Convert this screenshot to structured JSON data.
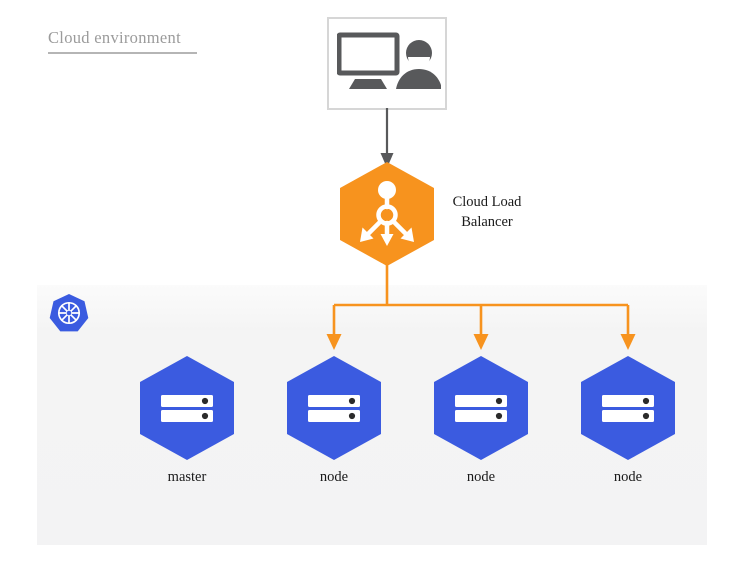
{
  "diagram": {
    "title": "Cloud environment",
    "colors": {
      "orange": "#F7931E",
      "blue": "#3B5BE0",
      "k8s_blue": "#3A5BE0",
      "panel_bg": "#F4F4F5",
      "arrow_gray": "#58595B",
      "title_gray": "#9B9B9B",
      "box_border": "#D6D6D6"
    },
    "client": {
      "name": "client-workstation",
      "icon": "monitor-user-icon"
    },
    "load_balancer": {
      "label_line1": "Cloud Load",
      "label_line2": "Balancer",
      "icon": "load-balancer-fanout-icon"
    },
    "cluster": {
      "logo_icon": "kubernetes-logo-icon",
      "nodes": [
        {
          "label": "master",
          "icon": "server-rack-icon",
          "has_inbound_arrow": false
        },
        {
          "label": "node",
          "icon": "server-rack-icon",
          "has_inbound_arrow": true
        },
        {
          "label": "node",
          "icon": "server-rack-icon",
          "has_inbound_arrow": true
        },
        {
          "label": "node",
          "icon": "server-rack-icon",
          "has_inbound_arrow": true
        }
      ]
    },
    "connectors": [
      {
        "from": "client-workstation",
        "to": "load-balancer",
        "color": "#58595B"
      },
      {
        "from": "load-balancer",
        "to": "node-1",
        "color": "#F7931E"
      },
      {
        "from": "load-balancer",
        "to": "node-2",
        "color": "#F7931E"
      },
      {
        "from": "load-balancer",
        "to": "node-3",
        "color": "#F7931E"
      }
    ]
  }
}
